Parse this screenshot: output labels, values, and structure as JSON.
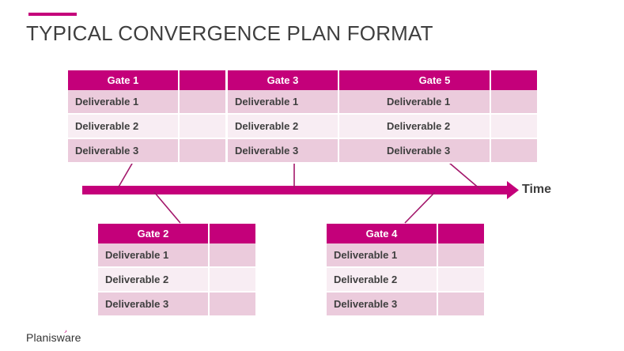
{
  "slide": {
    "title": "TYPICAL CONVERGENCE PLAN FORMAT",
    "accent_color": "#C4007A",
    "title_color": "#3F3F3F",
    "background": "#ffffff"
  },
  "timeline": {
    "label": "Time",
    "arrow_color": "#C4007A",
    "connector_color": "#A3176B"
  },
  "gates_top": [
    {
      "header": "Gate 1",
      "deliverables": [
        "Deliverable 1",
        "Deliverable 2",
        "Deliverable 3"
      ]
    },
    {
      "header": "Gate 3",
      "deliverables": [
        "Deliverable 1",
        "Deliverable 2",
        "Deliverable 3"
      ]
    },
    {
      "header": "Gate 5",
      "deliverables": [
        "Deliverable 1",
        "Deliverable 2",
        "Deliverable 3"
      ]
    }
  ],
  "gates_bottom": [
    {
      "header": "Gate 2",
      "deliverables": [
        "Deliverable 1",
        "Deliverable 2",
        "Deliverable 3"
      ]
    },
    {
      "header": "Gate 4",
      "deliverables": [
        "Deliverable 1",
        "Deliverable 2",
        "Deliverable 3"
      ]
    }
  ],
  "footer": {
    "logo_text": "Planisware"
  },
  "colors": {
    "magenta": "#C4007A",
    "row_dark": "#EBCBDC",
    "row_light": "#F8EDF3",
    "text_dark": "#3F3F3F"
  }
}
